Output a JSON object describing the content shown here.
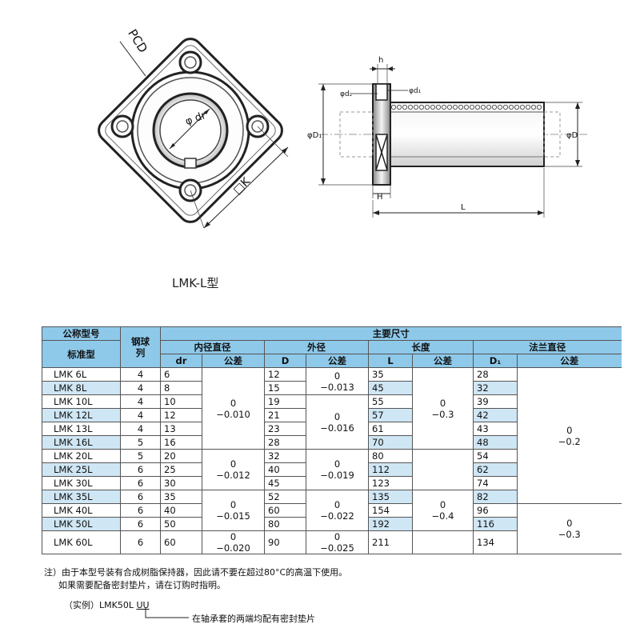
{
  "drawing": {
    "caption": "LMK-L型",
    "labels": {
      "pcd": "PCD",
      "dr": "φ dr",
      "k": "□K",
      "h_small": "h",
      "d2": "φd₂",
      "d1": "φd₁",
      "D1": "φD₁",
      "D": "φD",
      "H": "H",
      "L": "L"
    }
  },
  "table": {
    "headers": {
      "nominal": "公称型号",
      "standard": "标准型",
      "balls_1": "钢球",
      "balls_2": "列",
      "main_dims": "主要尺寸",
      "inner": "内径直径",
      "outer": "外径",
      "length": "长度",
      "flange": "法兰直径",
      "dr": "dr",
      "D": "D",
      "L": "L",
      "D1": "D₁",
      "tol": "公差"
    },
    "rows": [
      {
        "model": "LMK  6L",
        "balls": "4",
        "dr": "6",
        "D": "12",
        "L": "35",
        "D1": "28"
      },
      {
        "model": "LMK  8L",
        "balls": "4",
        "dr": "8",
        "D": "15",
        "L": "45",
        "D1": "32"
      },
      {
        "model": "LMK  10L",
        "balls": "4",
        "dr": "10",
        "D": "19",
        "L": "55",
        "D1": "39"
      },
      {
        "model": "LMK  12L",
        "balls": "4",
        "dr": "12",
        "D": "21",
        "L": "57",
        "D1": "42"
      },
      {
        "model": "LMK  13L",
        "balls": "4",
        "dr": "13",
        "D": "23",
        "L": "61",
        "D1": "43"
      },
      {
        "model": "LMK  16L",
        "balls": "5",
        "dr": "16",
        "D": "28",
        "L": "70",
        "D1": "48"
      },
      {
        "model": "LMK  20L",
        "balls": "5",
        "dr": "20",
        "D": "32",
        "L": "80",
        "D1": "54"
      },
      {
        "model": "LMK  25L",
        "balls": "6",
        "dr": "25",
        "D": "40",
        "L": "112",
        "D1": "62"
      },
      {
        "model": "LMK  30L",
        "balls": "6",
        "dr": "30",
        "D": "45",
        "L": "123",
        "D1": "74"
      },
      {
        "model": "LMK  35L",
        "balls": "6",
        "dr": "35",
        "D": "52",
        "L": "135",
        "D1": "82"
      },
      {
        "model": "LMK  40L",
        "balls": "6",
        "dr": "40",
        "D": "60",
        "L": "154",
        "D1": "96"
      },
      {
        "model": "LMK  50L",
        "balls": "6",
        "dr": "50",
        "D": "80",
        "L": "192",
        "D1": "116"
      },
      {
        "model": "LMK  60L",
        "balls": "6",
        "dr": "60",
        "D": "90",
        "L": "211",
        "D1": "134"
      }
    ],
    "tolerances": {
      "dr_a": "0\n−0.010",
      "dr_b": "0\n−0.012",
      "dr_c": "0\n−0.015",
      "dr_d": "0\n−0.020",
      "D_a": "0\n−0.013",
      "D_b": "0\n−0.016",
      "D_c": "0\n−0.019",
      "D_d": "0\n−0.022",
      "D_e": "0\n−0.025",
      "L_a": "0\n−0.3",
      "L_b": "0\n−0.4",
      "D1_a": "0\n−0.2",
      "D1_b": "0\n−0.3"
    }
  },
  "notes": {
    "line1": "注）由于本型号装有合成树脂保持器，因此请不要在超过80°C的高温下使用。",
    "line2": "如果需要配备密封垫片，请在订购时指明。"
  },
  "example": {
    "prefix": "（实例）LMK50L",
    "suffix": "UU",
    "note": "在轴承套的两端均配有密封垫片"
  }
}
